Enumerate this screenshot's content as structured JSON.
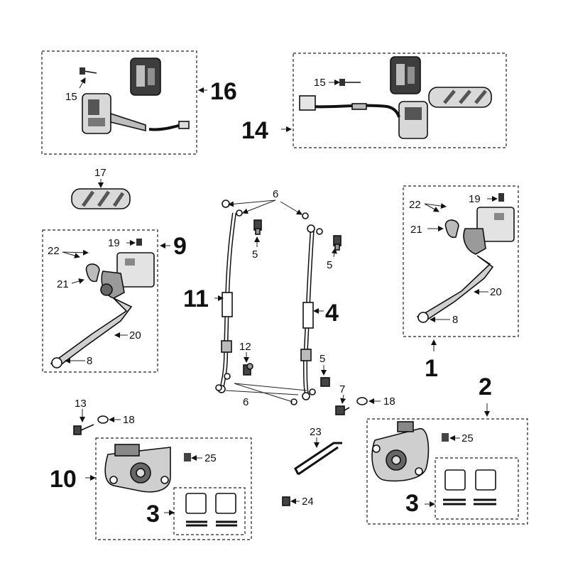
{
  "callouts": {
    "c1": "1",
    "c2": "2",
    "c3a": "3",
    "c3b": "3",
    "c4": "4",
    "c5a": "5",
    "c5b": "5",
    "c5c": "5",
    "c6a": "6",
    "c6b": "6",
    "c7": "7",
    "c8a": "8",
    "c8b": "8",
    "c9": "9",
    "c10": "10",
    "c11": "11",
    "c12": "12",
    "c13": "13",
    "c14": "14",
    "c15a": "15",
    "c15b": "15",
    "c16": "16",
    "c17": "17",
    "c18a": "18",
    "c18b": "18",
    "c19a": "19",
    "c19b": "19",
    "c20a": "20",
    "c20b": "20",
    "c21a": "21",
    "c21b": "21",
    "c22a": "22",
    "c22b": "22",
    "c23": "23",
    "c24": "24",
    "c25a": "25",
    "c25b": "25"
  },
  "colors": {
    "line": "#111111",
    "part_fill": "#cfcfcf",
    "part_dark": "#4a4a4a",
    "background": "#ffffff"
  }
}
